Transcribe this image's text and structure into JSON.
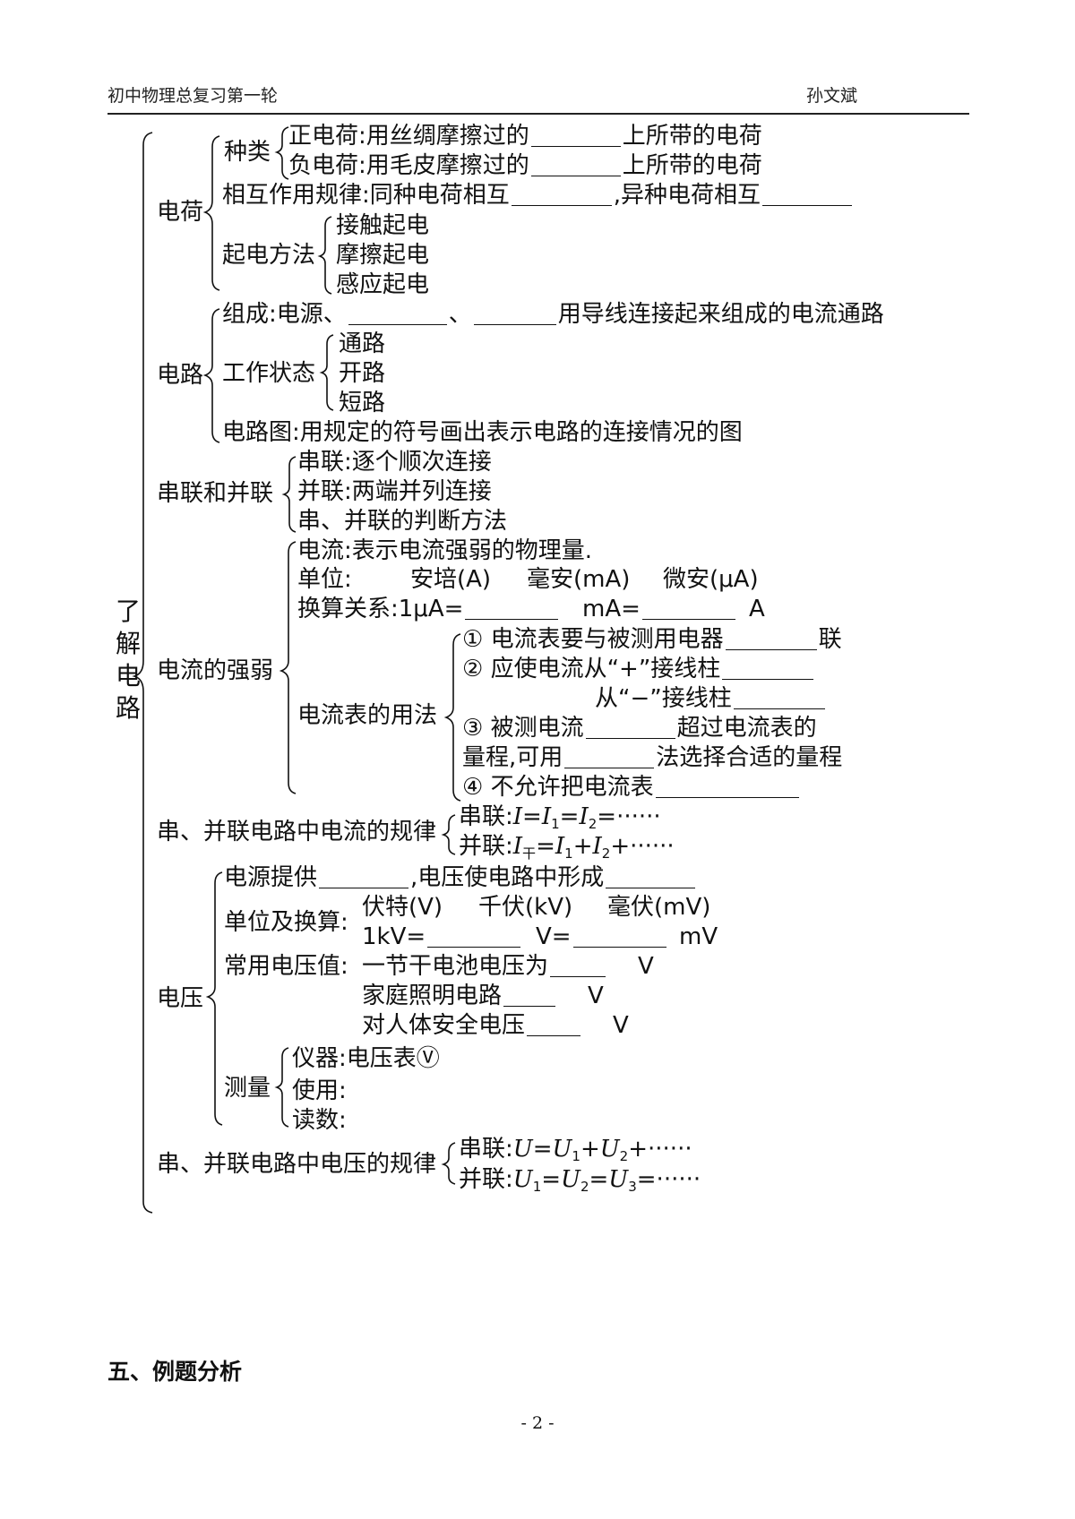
{
  "header": {
    "left": "初中物理总复习第一轮",
    "right": "孙文斌"
  },
  "root": [
    "了",
    "解",
    "电",
    "路"
  ],
  "charge": {
    "title": "电荷",
    "kinds_label": "种类",
    "positive": [
      "正电荷:用丝绸摩擦过的",
      "上所带的电荷"
    ],
    "negative": [
      "负电荷:用毛皮摩擦过的",
      "上所带的电荷"
    ],
    "interaction": [
      "相互作用规律:同种电荷相互",
      ",异种电荷相互"
    ],
    "methods_label": "起电方法",
    "methods": [
      "接触起电",
      "摩擦起电",
      "感应起电"
    ]
  },
  "circuit": {
    "title": "电路",
    "composition": [
      "组成:电源、",
      "、",
      "用导线连接起来组成的电流通路"
    ],
    "states_label": "工作状态",
    "states": [
      "通路",
      "开路",
      "短路"
    ],
    "diagram": "电路图:用规定的符号画出表示电路的连接情况的图"
  },
  "series_parallel": {
    "title": "串联和并联",
    "items": [
      "串联:逐个顺次连接",
      "并联:两端并列连接",
      "串、并联的判断方法"
    ]
  },
  "current": {
    "title": "电流的强弱",
    "definition": "电流:表示电流强弱的物理量.",
    "units_label": "单位:",
    "units": [
      "安培(A)",
      "毫安(mA)",
      "微安(μA)"
    ],
    "conversion": [
      "换算关系:1μA=",
      "mA=",
      "A"
    ],
    "ammeter_label": "电流表的用法",
    "ammeter": {
      "r1": [
        "① 电流表要与被测用电器",
        "联"
      ],
      "r2": "② 应使电流从“+”接线柱",
      "r3": "从“−”接线柱",
      "r4": [
        "③ 被测电流",
        "超过电流表的"
      ],
      "r5": [
        "量程,可用",
        "法选择合适的量程"
      ],
      "r6": "④ 不允许把电流表"
    }
  },
  "current_law": {
    "title": "串、并联电路中电流的规律",
    "series": {
      "label": "串联:",
      "I": "I",
      "eq": "=",
      "I1": "I",
      "s1": "1",
      "I2": "I",
      "s2": "2",
      "tail": "=······"
    },
    "parallel": {
      "label": "并联:",
      "I": "I",
      "s0": "干",
      "eq": "=",
      "I1": "I",
      "s1": "1",
      "plus": "+",
      "I2": "I",
      "s2": "2",
      "tail": "+······"
    }
  },
  "voltage": {
    "title": "电压",
    "source": [
      "电源提供",
      ",电压使电路中形成"
    ],
    "units_label": "单位及换算:",
    "units": [
      "伏特(V)",
      "千伏(kV)",
      "毫伏(mV)"
    ],
    "conversion": [
      "1kV=",
      "V=",
      "mV"
    ],
    "common_label": "常用电压值:",
    "common": [
      [
        "一节干电池电压为",
        "V"
      ],
      [
        "家庭照明电路",
        "V"
      ],
      [
        "对人体安全电压",
        "V"
      ]
    ],
    "measure_label": "测量",
    "measure": [
      "仪器:电压表Ⓥ",
      "使用:",
      "读数:"
    ]
  },
  "voltage_law": {
    "title": "串、并联电路中电压的规律",
    "series": {
      "label": "串联:",
      "U": "U",
      "eq": "=",
      "U1": "U",
      "s1": "1",
      "plus": "+",
      "U2": "U",
      "s2": "2",
      "tail": "+······"
    },
    "parallel": {
      "label": "并联:",
      "U1": "U",
      "s1": "1",
      "eq1": "=",
      "U2": "U",
      "s2": "2",
      "eq2": "=",
      "U3": "U",
      "s3": "3",
      "tail": "=······"
    }
  },
  "section5": "五、例题分析",
  "page_number": "- 2 -"
}
